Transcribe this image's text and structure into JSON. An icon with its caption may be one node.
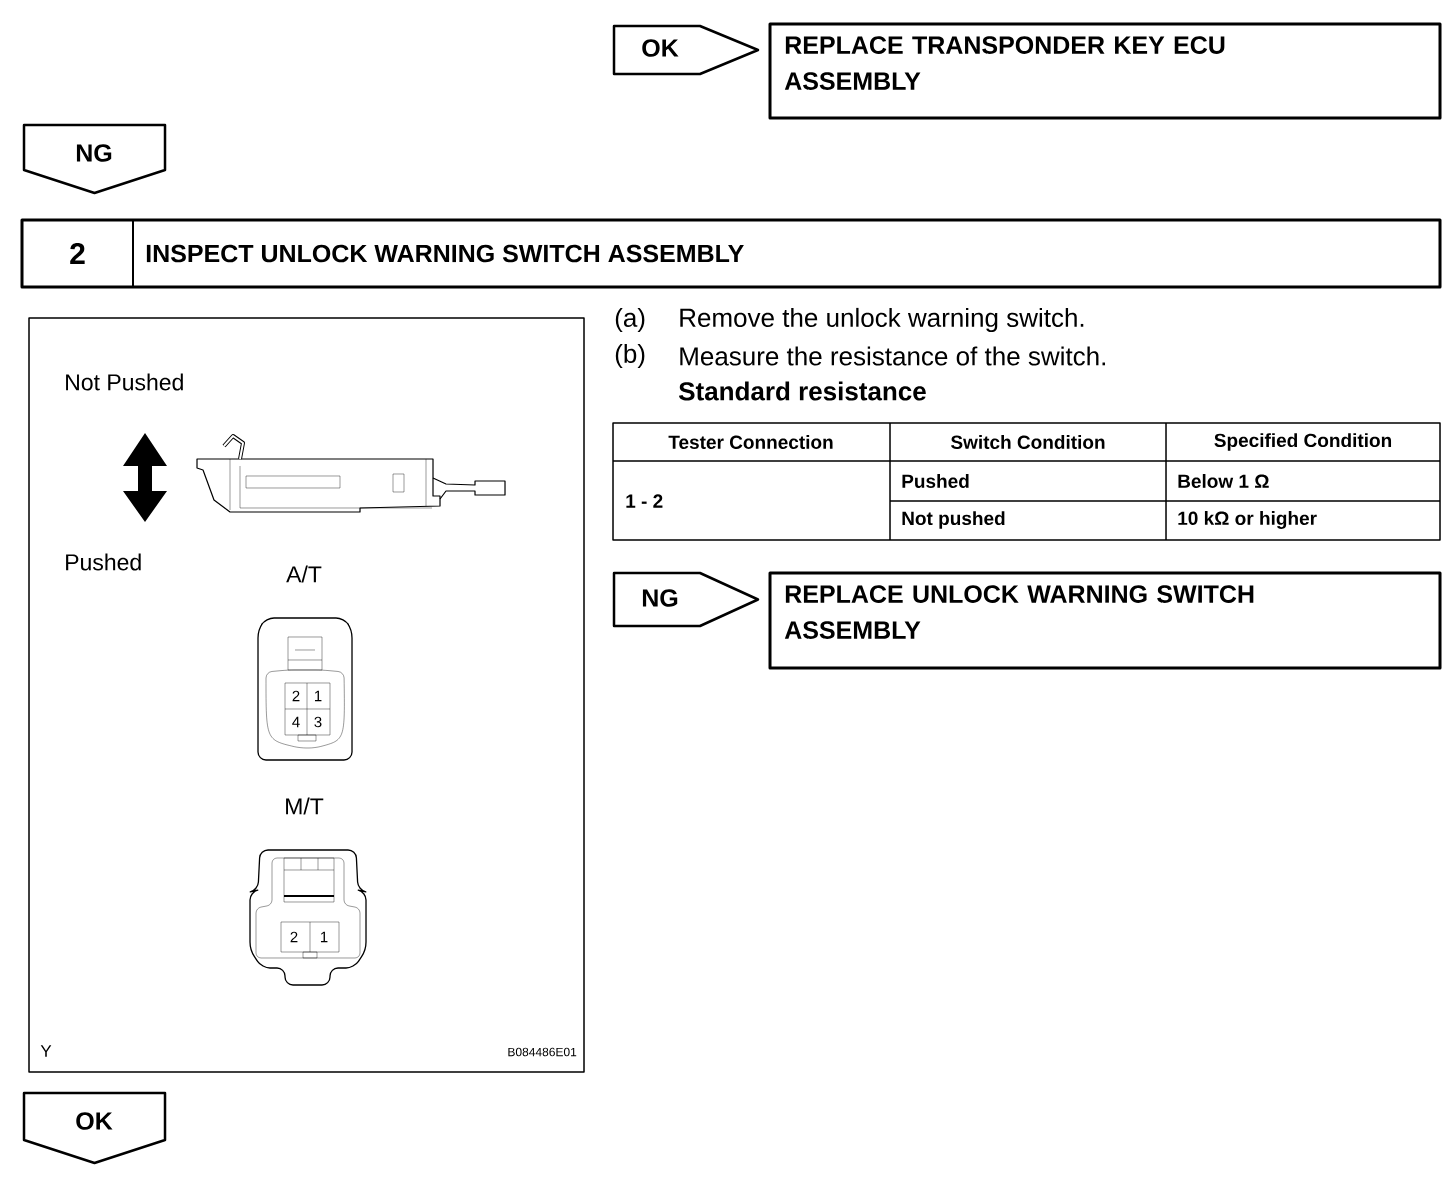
{
  "diagram": {
    "nodes": [
      {
        "text": [
          "OK"
        ]
      },
      {
        "text": [
          "REPLACE TRANSPONDER KEY ECU ASSEMBLY"
        ]
      },
      {
        "text": [
          "NG"
        ]
      },
      {
        "text": [
          "2",
          "INSPECT UNLOCK WARNING SWITCH ASSEMBLY"
        ]
      },
      {
        "text": [
          "NG"
        ]
      },
      {
        "text": [
          "REPLACE UNLOCK WARNING SWITCH ASSEMBLY"
        ]
      },
      {
        "text": [
          "OK"
        ]
      }
    ],
    "labels": [
      "(a)",
      "Remove the unlock warning switch.",
      "(b)",
      "Measure the resistance of the switch.",
      "Standard resistance",
      "Tester Connection",
      "Switch Condition",
      "Specified Condition",
      "1 - 2",
      "Pushed",
      "Below 1 Ω",
      "Not pushed",
      "10 kΩ or higher",
      "Not Pushed",
      "Pushed",
      "A/T",
      "2",
      "1",
      "4",
      "3",
      "M/T",
      "2",
      "1",
      "Y",
      "B084486E01"
    ]
  }
}
